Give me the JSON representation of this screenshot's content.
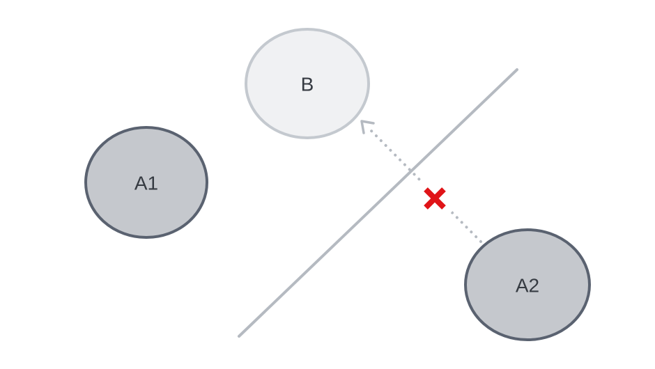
{
  "diagram": {
    "nodes": [
      {
        "id": "a1",
        "label": "A1"
      },
      {
        "id": "b",
        "label": "B"
      },
      {
        "id": "a2",
        "label": "A2"
      }
    ],
    "colors": {
      "gray_node_fill": "#c5c8cd",
      "gray_node_stroke": "#5a6270",
      "light_node_fill": "#f0f1f3",
      "light_node_stroke": "#c4c9cf",
      "connector": "#b5bac1",
      "label": "#363b42",
      "cross": "#e01418",
      "background": "#ffffff"
    },
    "icons": {
      "cross_mark": "✕",
      "arrowhead": "↖"
    }
  }
}
